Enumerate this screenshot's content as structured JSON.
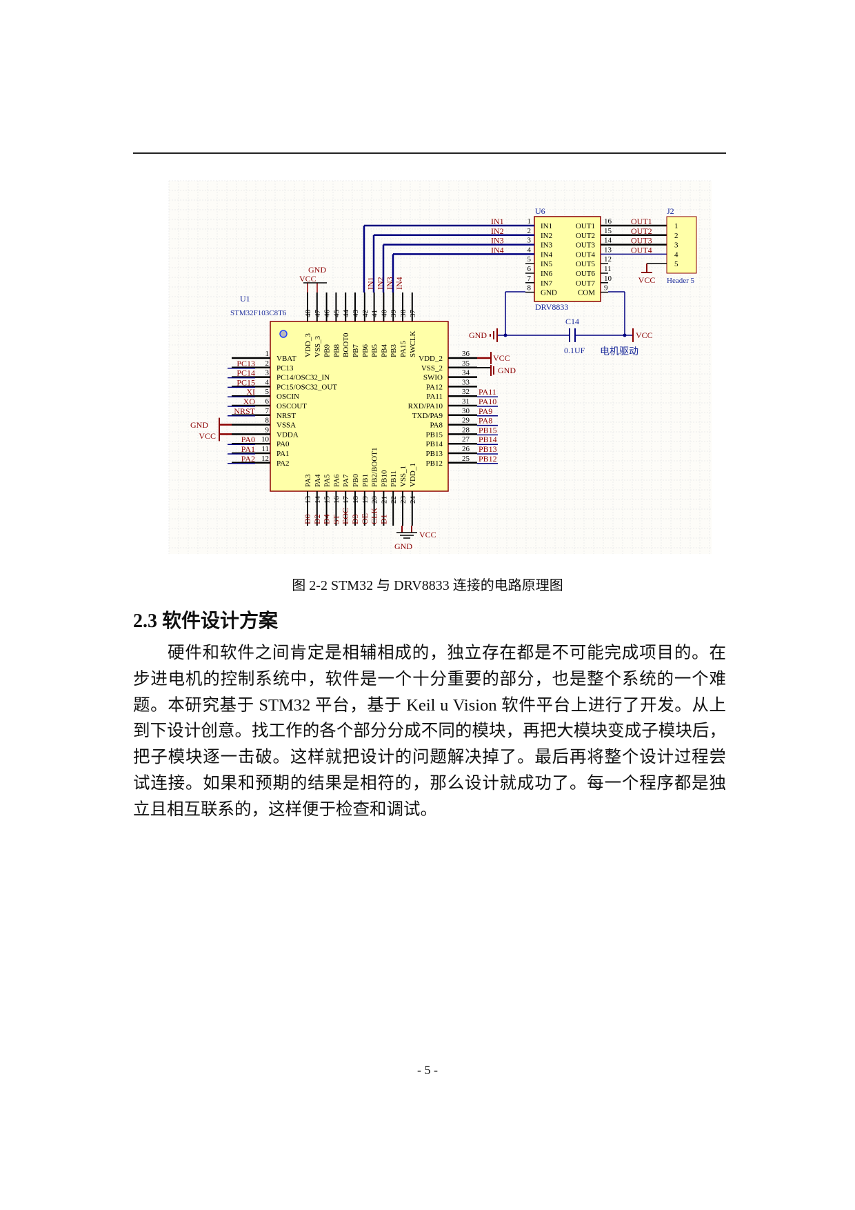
{
  "figure": {
    "caption": "图 2-2 STM32 与 DRV8833 连接的电路原理图",
    "colors": {
      "wire": "#000080",
      "net": "#8b0000",
      "body": "#ffffa8",
      "border": "#8b0000",
      "grid": "#ececec",
      "bg": "#fdfcf8"
    },
    "u1": {
      "ref": "U1",
      "part": "STM32F103C8T6",
      "left_pins": [
        {
          "num": "1",
          "name": "VBAT",
          "net": ""
        },
        {
          "num": "2",
          "name": "PC13",
          "net": "PC13"
        },
        {
          "num": "3",
          "name": "PC14/OSC32_IN",
          "net": "PC14"
        },
        {
          "num": "4",
          "name": "PC15/OSC32_OUT",
          "net": "PC15"
        },
        {
          "num": "5",
          "name": "OSCIN",
          "net": "XI"
        },
        {
          "num": "6",
          "name": "OSCOUT",
          "net": "XO"
        },
        {
          "num": "7",
          "name": "NRST",
          "net": "NRST"
        },
        {
          "num": "8",
          "name": "VSSA",
          "net": "GND"
        },
        {
          "num": "9",
          "name": "VDDA",
          "net": "VCC"
        },
        {
          "num": "10",
          "name": "PA0",
          "net": "PA0"
        },
        {
          "num": "11",
          "name": "PA1",
          "net": "PA1"
        },
        {
          "num": "12",
          "name": "PA2",
          "net": "PA2"
        }
      ],
      "right_pins": [
        {
          "num": "36",
          "name": "VDD_2",
          "net": "VCC"
        },
        {
          "num": "35",
          "name": "VSS_2",
          "net": "GND"
        },
        {
          "num": "34",
          "name": "SWIO",
          "net": ""
        },
        {
          "num": "33",
          "name": "PA12",
          "net": ""
        },
        {
          "num": "32",
          "name": "PA11",
          "net": "PA11"
        },
        {
          "num": "31",
          "name": "RXD/PA10",
          "net": "PA10"
        },
        {
          "num": "30",
          "name": "TXD/PA9",
          "net": "PA9"
        },
        {
          "num": "29",
          "name": "PA8",
          "net": "PA8"
        },
        {
          "num": "28",
          "name": "PB15",
          "net": "PB15"
        },
        {
          "num": "27",
          "name": "PB14",
          "net": "PB14"
        },
        {
          "num": "26",
          "name": "PB13",
          "net": "PB13"
        },
        {
          "num": "25",
          "name": "PB12",
          "net": "PB12"
        }
      ],
      "top_pins": [
        {
          "num": "48",
          "name": "VDD_3",
          "net": ""
        },
        {
          "num": "47",
          "name": "VSS_3",
          "net": ""
        },
        {
          "num": "46",
          "name": "PB9",
          "net": ""
        },
        {
          "num": "45",
          "name": "PB8",
          "net": ""
        },
        {
          "num": "44",
          "name": "BOOT0",
          "net": ""
        },
        {
          "num": "43",
          "name": "PB7",
          "net": ""
        },
        {
          "num": "42",
          "name": "PB6",
          "net": ""
        },
        {
          "num": "41",
          "name": "PB5",
          "net": "IN1"
        },
        {
          "num": "40",
          "name": "PB4",
          "net": "IN2"
        },
        {
          "num": "39",
          "name": "PB3",
          "net": "IN3"
        },
        {
          "num": "38",
          "name": "PA15",
          "net": "IN4"
        },
        {
          "num": "37",
          "name": "SWCLK",
          "net": ""
        }
      ],
      "top_power": {
        "vcc": "VCC",
        "gnd": "GND"
      },
      "bottom_pins": [
        {
          "num": "13",
          "name": "PA3",
          "net": "D0"
        },
        {
          "num": "14",
          "name": "PA4",
          "net": "D2"
        },
        {
          "num": "15",
          "name": "PA5",
          "net": "D4"
        },
        {
          "num": "16",
          "name": "PA6",
          "net": "ST"
        },
        {
          "num": "17",
          "name": "PA7",
          "net": "EOC"
        },
        {
          "num": "18",
          "name": "PB0",
          "net": "D3"
        },
        {
          "num": "19",
          "name": "PB1",
          "net": "OE"
        },
        {
          "num": "20",
          "name": "PB2/BOOT1",
          "net": "CLK"
        },
        {
          "num": "21",
          "name": "PB10",
          "net": "D1"
        },
        {
          "num": "22",
          "name": "PB11",
          "net": ""
        },
        {
          "num": "23",
          "name": "VSS_1",
          "net": ""
        },
        {
          "num": "24",
          "name": "VDD_1",
          "net": ""
        }
      ],
      "bottom_power": {
        "vcc": "VCC",
        "gnd": "GND"
      }
    },
    "u6": {
      "ref": "U6",
      "part": "DRV8833",
      "left_pins": [
        {
          "num": "1",
          "name": "IN1",
          "net": "IN1"
        },
        {
          "num": "2",
          "name": "IN2",
          "net": "IN2"
        },
        {
          "num": "3",
          "name": "IN3",
          "net": "IN3"
        },
        {
          "num": "4",
          "name": "IN4",
          "net": "IN4"
        },
        {
          "num": "5",
          "name": "IN5",
          "net": ""
        },
        {
          "num": "6",
          "name": "IN6",
          "net": ""
        },
        {
          "num": "7",
          "name": "IN7",
          "net": ""
        },
        {
          "num": "8",
          "name": "GND",
          "net": ""
        }
      ],
      "right_pins": [
        {
          "num": "16",
          "name": "OUT1",
          "net": "OUT1"
        },
        {
          "num": "15",
          "name": "OUT2",
          "net": "OUT2"
        },
        {
          "num": "14",
          "name": "OUT3",
          "net": "OUT3"
        },
        {
          "num": "13",
          "name": "OUT4",
          "net": "OUT4"
        },
        {
          "num": "12",
          "name": "OUT5",
          "net": ""
        },
        {
          "num": "11",
          "name": "OUT6",
          "net": ""
        },
        {
          "num": "10",
          "name": "OUT7",
          "net": ""
        },
        {
          "num": "9",
          "name": "COM",
          "net": ""
        }
      ]
    },
    "j2": {
      "ref": "J2",
      "part": "Header 5",
      "pins": [
        "1",
        "2",
        "3",
        "4",
        "5"
      ],
      "vcc": "VCC"
    },
    "c14": {
      "ref": "C14",
      "value": "0.1UF",
      "gnd": "GND",
      "vcc": "VCC",
      "note": "电机驱动"
    }
  },
  "section": {
    "heading": "2.3 软件设计方案",
    "lines": [
      "硬件和软件之间肯定是相辅相成的，独立存在都是不可能完成项目的。在",
      "步进电机的控制系统中，软件是一个十分重要的部分，也是整个系统的一个难",
      "题。本研究基于 STM32 平台，基于 Keil u Vision 软件平台上进行了开发。从上",
      "到下设计创意。找工作的各个部分分成不同的模块，再把大模块变成子模块后，",
      "把子模块逐一击破。这样就把设计的问题解决掉了。最后再将整个设计过程尝",
      "试连接。如果和预期的结果是相符的，那么设计就成功了。每一个程序都是独",
      "立且相互联系的，这样便于检查和调试。"
    ]
  },
  "page_number": "- 5 -"
}
